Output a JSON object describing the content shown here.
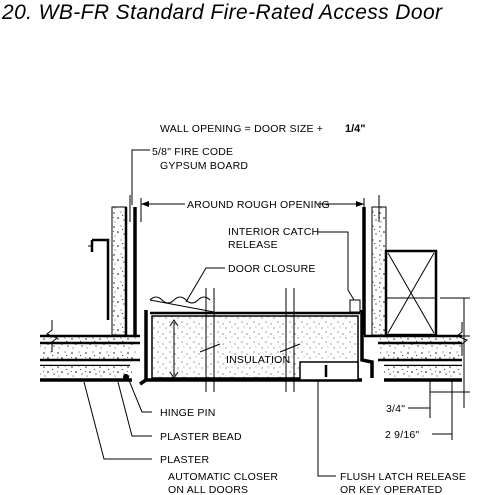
{
  "title": "20. WB-FR Standard Fire-Rated Access Door",
  "labels": {
    "wall_opening": "WALL OPENING = DOOR SIZE +",
    "wall_opening_fraction": "1/4\"",
    "gypsum_line1": "5/8\" FIRE CODE",
    "gypsum_line2": "GYPSUM BOARD",
    "rough_opening": "AROUND ROUGH OPENING",
    "catch_line1": "INTERIOR CATCH",
    "catch_line2": "RELEASE",
    "door_closure": "DOOR CLOSURE",
    "insulation": "INSULATION",
    "hinge_pin": "HINGE PIN",
    "plaster_bead": "PLASTER BEAD",
    "plaster": "PLASTER",
    "closer_line1": "AUTOMATIC CLOSER",
    "closer_line2": "ON ALL DOORS",
    "latch_line1": "FLUSH LATCH RELEASE",
    "latch_line2": "OR KEY OPERATED",
    "dim_small": "3/4\"",
    "dim_large": "2 9/16\""
  }
}
